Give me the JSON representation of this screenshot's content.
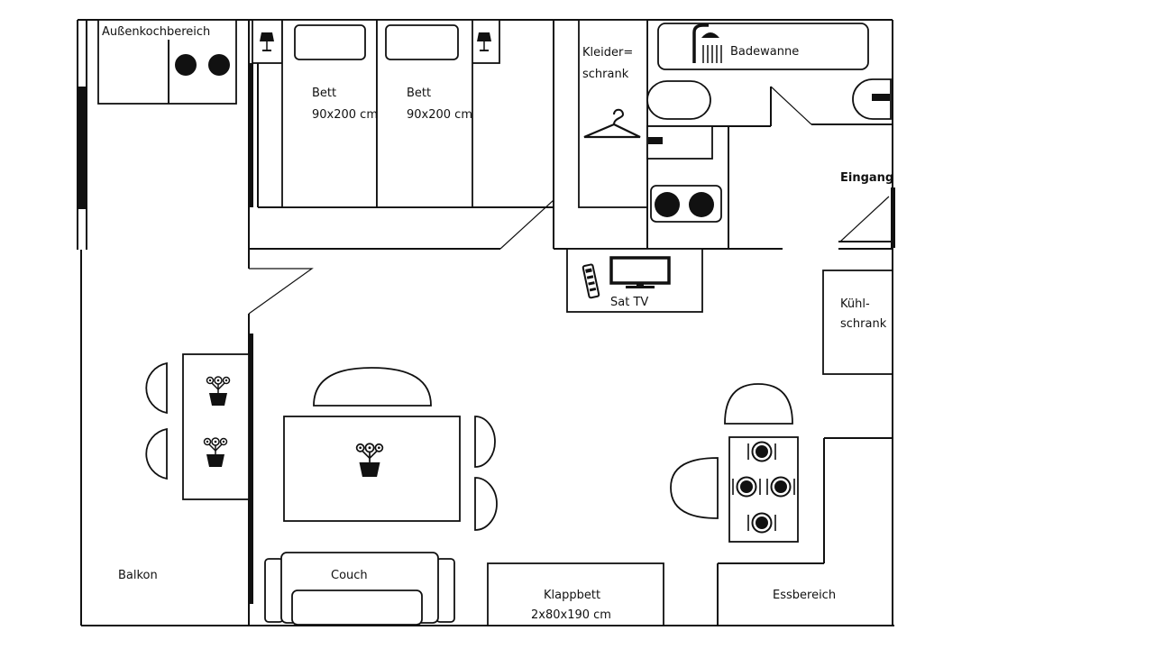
{
  "labels": {
    "outdoor_kitchen": "Außenkochbereich",
    "bed1": "Bett",
    "bed1_size": "90x200 cm",
    "bed2": "Bett",
    "bed2_size": "90x200 cm",
    "wardrobe_1": "Kleider=",
    "wardrobe_2": "schrank",
    "bathtub": "Badewanne",
    "entrance": "Eingang",
    "tv": "Sat TV",
    "fridge_1": "Kühl-",
    "fridge_2": "schrank",
    "balcony": "Balkon",
    "couch": "Couch",
    "foldbed": "Klappbett",
    "foldbed_size": "2x80x190 cm",
    "dining": "Essbereich"
  },
  "icons": [
    "lamp-icon",
    "hanger-icon",
    "shower-icon",
    "hotplate-icon",
    "tv-icon",
    "remote-icon",
    "flower-pot-icon",
    "place-setting-icon"
  ],
  "colors": {
    "ink": "#111111",
    "paper": "#ffffff"
  }
}
